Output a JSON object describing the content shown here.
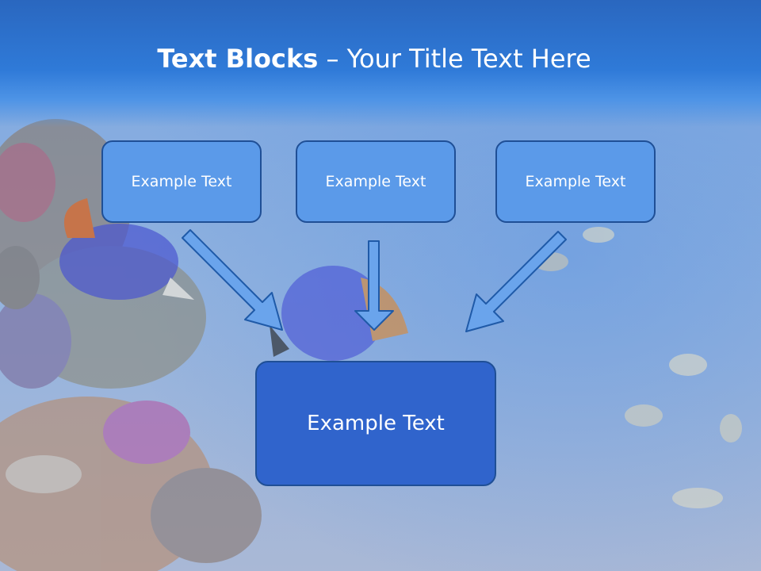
{
  "slide": {
    "title_bold": "Text Blocks",
    "title_separator": " – ",
    "title_rest": "Your Title Text Here"
  },
  "boxes": {
    "left": "Example Text",
    "center": "Example Text",
    "right": "Example Text",
    "target": "Example Text"
  },
  "colors": {
    "title_band": "#2f7ad8",
    "small_box_fill": "#5b9ae9",
    "large_box_fill": "#3064cc",
    "box_border": "#1f4f96",
    "arrow_fill": "#6aa4ec",
    "arrow_stroke": "#1f5aa8"
  },
  "background": {
    "theme": "underwater coral reef with tropical fish"
  }
}
